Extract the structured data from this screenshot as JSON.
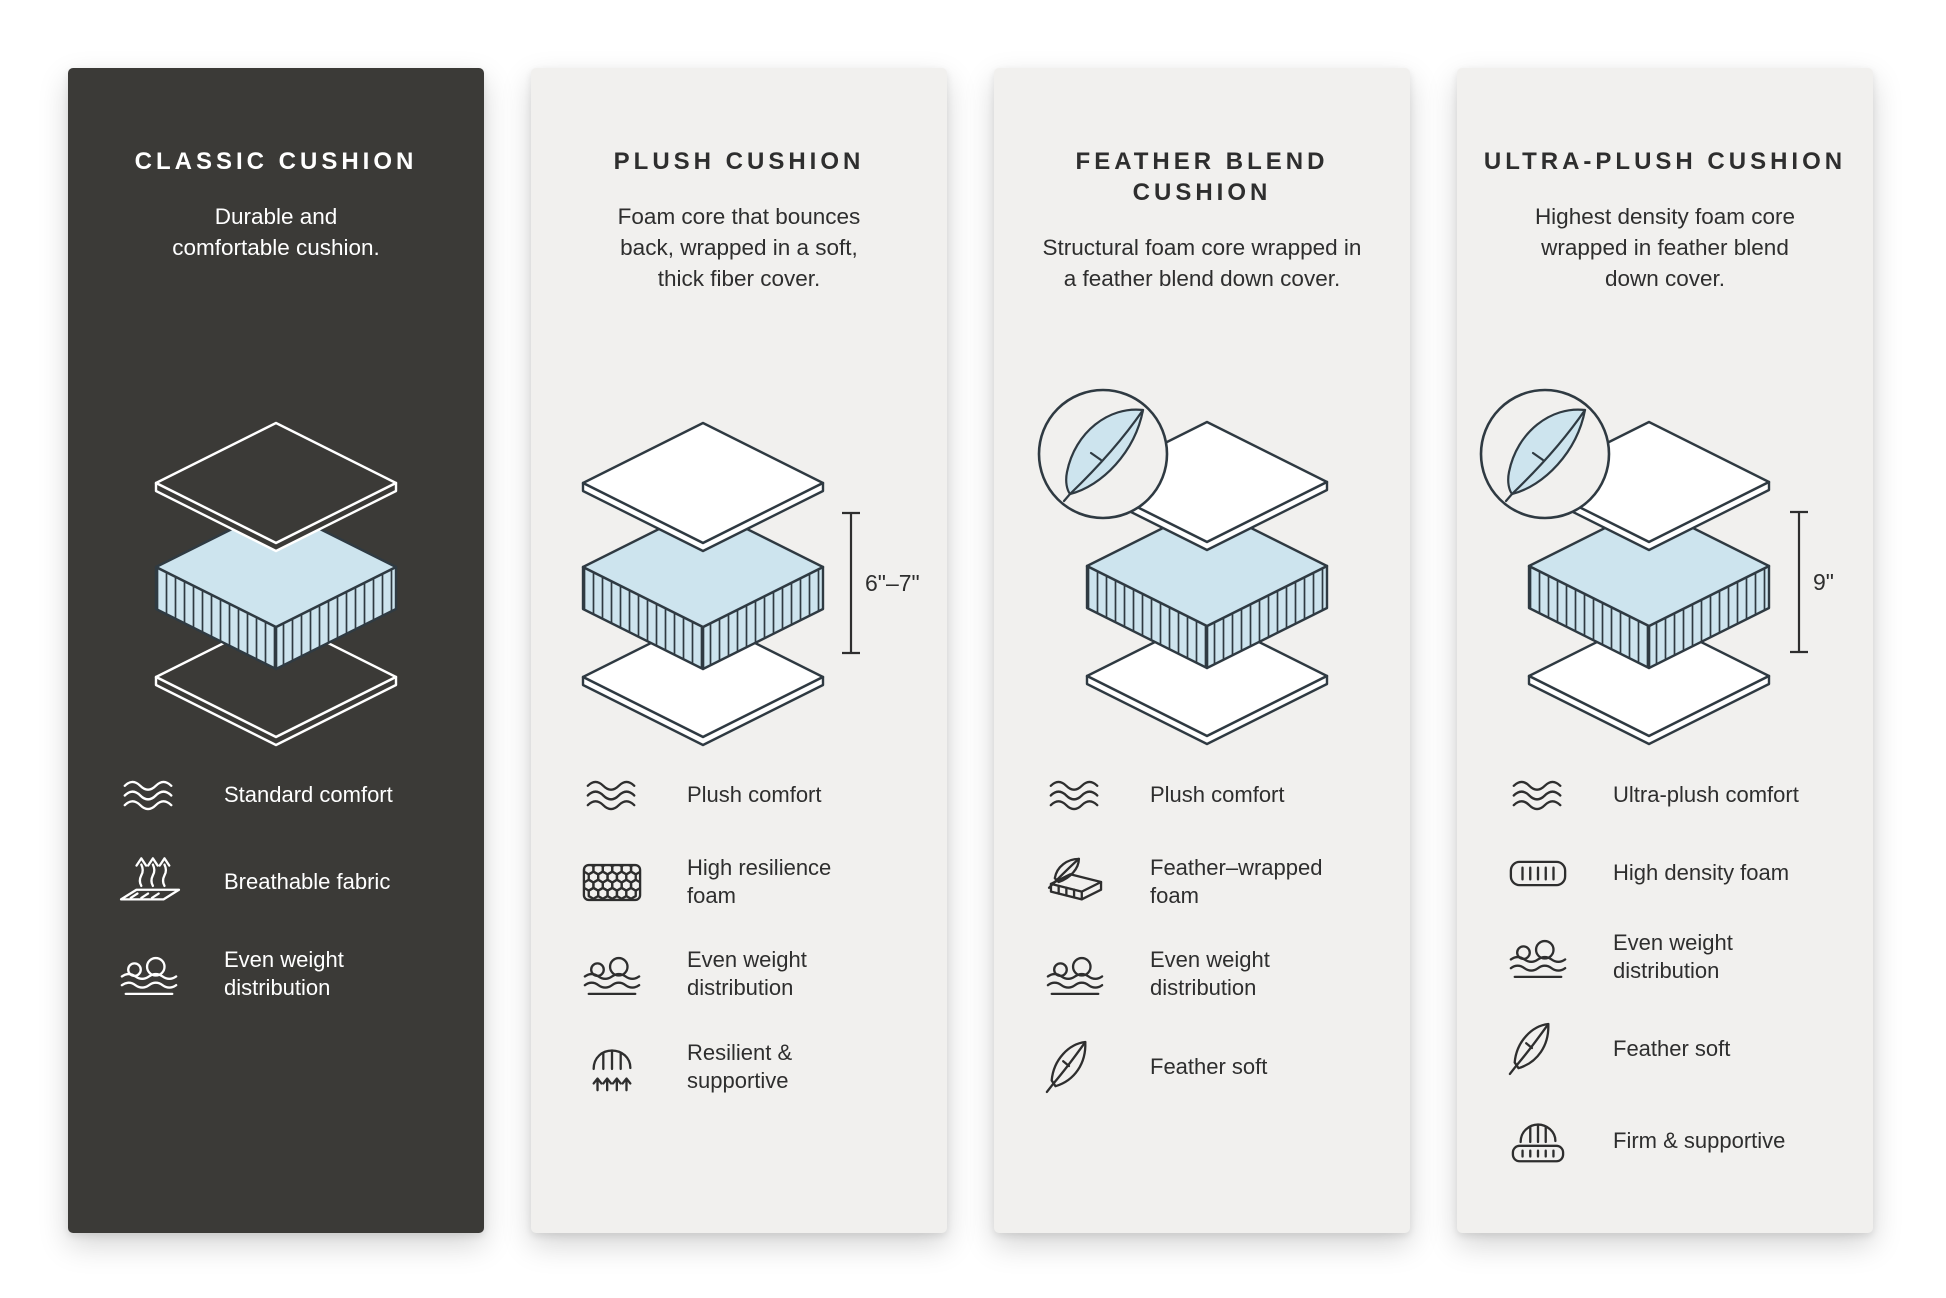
{
  "colors": {
    "dark_panel": "#3b3a37",
    "light_panel": "#f1f0ee",
    "foam_blue": "#cde4ee",
    "line_dark": "#2f3a42",
    "text_light": "#ffffff",
    "text_dark": "#2e2e2e"
  },
  "panels": [
    {
      "title": "CLASSIC CUSHION",
      "description": "Durable and comfortable cushion.",
      "diagram": {
        "feather_badge": false,
        "height_label": ""
      },
      "features": [
        {
          "icon": "waves-icon",
          "label": "Standard comfort"
        },
        {
          "icon": "breathable-fabric-icon",
          "label": "Breathable fabric"
        },
        {
          "icon": "weight-distribution-icon",
          "label": "Even weight distribution"
        }
      ]
    },
    {
      "title": "PLUSH CUSHION",
      "description": "Foam core that bounces back, wrapped in a soft, thick fiber cover.",
      "diagram": {
        "feather_badge": false,
        "height_label": "6\"–7\""
      },
      "features": [
        {
          "icon": "waves-icon",
          "label": "Plush comfort"
        },
        {
          "icon": "honeycomb-foam-icon",
          "label": "High resilience foam"
        },
        {
          "icon": "weight-distribution-icon",
          "label": "Even weight distribution"
        },
        {
          "icon": "hand-arrows-icon",
          "label": "Resilient & supportive"
        }
      ]
    },
    {
      "title": "FEATHER BLEND CUSHION",
      "description": "Structural foam core wrapped in a feather blend down cover.",
      "diagram": {
        "feather_badge": true,
        "height_label": ""
      },
      "features": [
        {
          "icon": "waves-icon",
          "label": "Plush comfort"
        },
        {
          "icon": "feather-wrapped-foam-icon",
          "label": "Feather–wrapped foam"
        },
        {
          "icon": "weight-distribution-icon",
          "label": "Even weight distribution"
        },
        {
          "icon": "feather-icon",
          "label": "Feather soft"
        }
      ]
    },
    {
      "title": "ULTRA-PLUSH CUSHION",
      "description": "Highest density foam core wrapped in feather blend down cover.",
      "diagram": {
        "feather_badge": true,
        "height_label": "9\""
      },
      "features": [
        {
          "icon": "waves-icon",
          "label": "Ultra-plush comfort"
        },
        {
          "icon": "high-density-foam-icon",
          "label": "High density foam"
        },
        {
          "icon": "weight-distribution-icon",
          "label": "Even weight distribution"
        },
        {
          "icon": "feather-icon",
          "label": "Feather soft"
        },
        {
          "icon": "hand-foam-icon",
          "label": "Firm & supportive"
        }
      ]
    }
  ]
}
